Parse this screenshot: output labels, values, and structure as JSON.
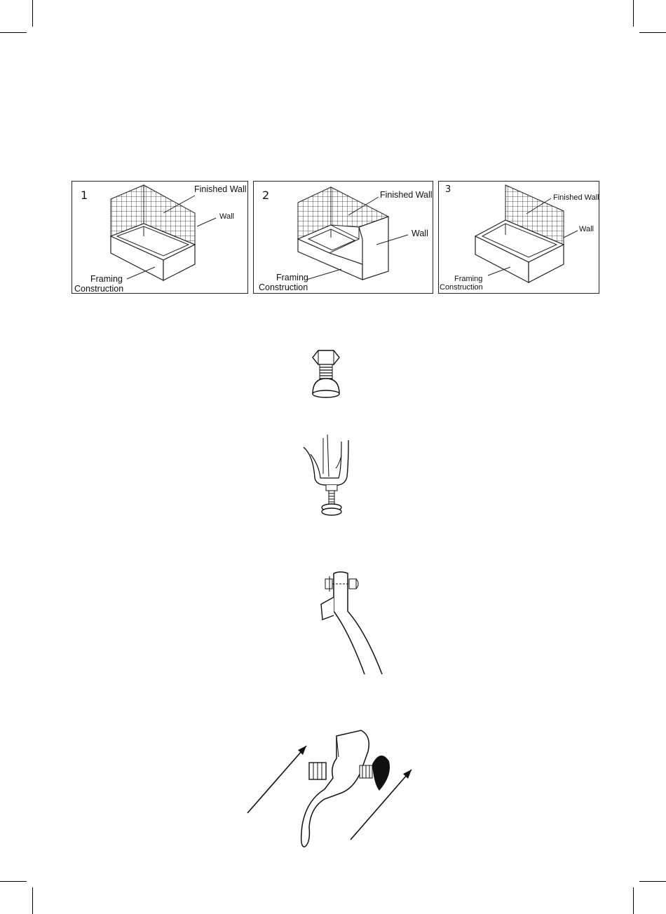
{
  "panels": [
    {
      "number": "1",
      "finished_wall": "Finished Wall",
      "wall": "Wall",
      "framing_line1": "Framing",
      "framing_line2": "Construction"
    },
    {
      "number": "2",
      "finished_wall": "Finished Wall",
      "wall": "Wall",
      "framing_line1": "Framing",
      "framing_line2": "Construction"
    },
    {
      "number": "3",
      "finished_wall": "Finished Wall",
      "wall": "Wall",
      "framing_line1": "Framing",
      "framing_line2": "Construction"
    }
  ],
  "figures": [
    {
      "icon": "adjustable-foot-icon"
    },
    {
      "icon": "pliers-on-foot-icon"
    },
    {
      "icon": "bolted-leg-bracket-icon"
    },
    {
      "icon": "wrench-tightening-icon"
    }
  ]
}
